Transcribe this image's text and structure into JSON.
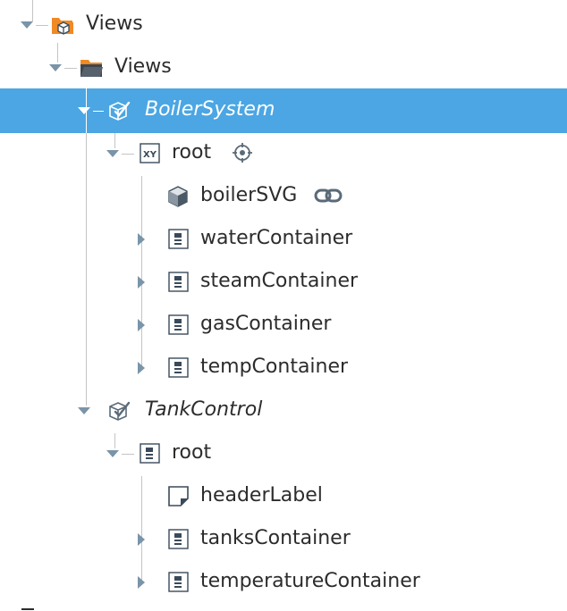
{
  "tree": {
    "colors": {
      "selection": "#4ba6e3",
      "expander": "#7a94a8",
      "guide": "#c4c4c4",
      "folder": "#f08a24",
      "text": "#2c2c2c"
    },
    "rows": [
      {
        "key": "views_root",
        "label": "Views",
        "icon": "views-folder-cube-icon",
        "state": "expanded"
      },
      {
        "key": "views",
        "label": "Views",
        "icon": "folder-open-icon",
        "state": "expanded"
      },
      {
        "key": "boiler_system",
        "label": "BoilerSystem",
        "icon": "view-cube-icon",
        "state": "expanded",
        "selected": true
      },
      {
        "key": "boiler_root",
        "label": "root",
        "icon": "xy-container-icon",
        "state": "expanded",
        "extra": "target-icon"
      },
      {
        "key": "boiler_svg",
        "label": "boilerSVG",
        "icon": "cube-icon",
        "state": "leaf",
        "extra": "link-icon"
      },
      {
        "key": "water_container",
        "label": "waterContainer",
        "icon": "column-container-icon",
        "state": "collapsed"
      },
      {
        "key": "steam_container",
        "label": "steamContainer",
        "icon": "column-container-icon",
        "state": "collapsed"
      },
      {
        "key": "gas_container",
        "label": "gasContainer",
        "icon": "column-container-icon",
        "state": "collapsed"
      },
      {
        "key": "temp_container",
        "label": "tempContainer",
        "icon": "column-container-icon",
        "state": "collapsed"
      },
      {
        "key": "tank_control",
        "label": "TankControl",
        "icon": "view-cube-icon",
        "state": "expanded"
      },
      {
        "key": "tank_root",
        "label": "root",
        "icon": "column-container-icon",
        "state": "expanded"
      },
      {
        "key": "header_label",
        "label": "headerLabel",
        "icon": "label-icon",
        "state": "leaf"
      },
      {
        "key": "tanks_container",
        "label": "tanksContainer",
        "icon": "column-container-icon",
        "state": "collapsed"
      },
      {
        "key": "temperature_container",
        "label": "temperatureContainer",
        "icon": "column-container-icon",
        "state": "collapsed"
      }
    ]
  }
}
